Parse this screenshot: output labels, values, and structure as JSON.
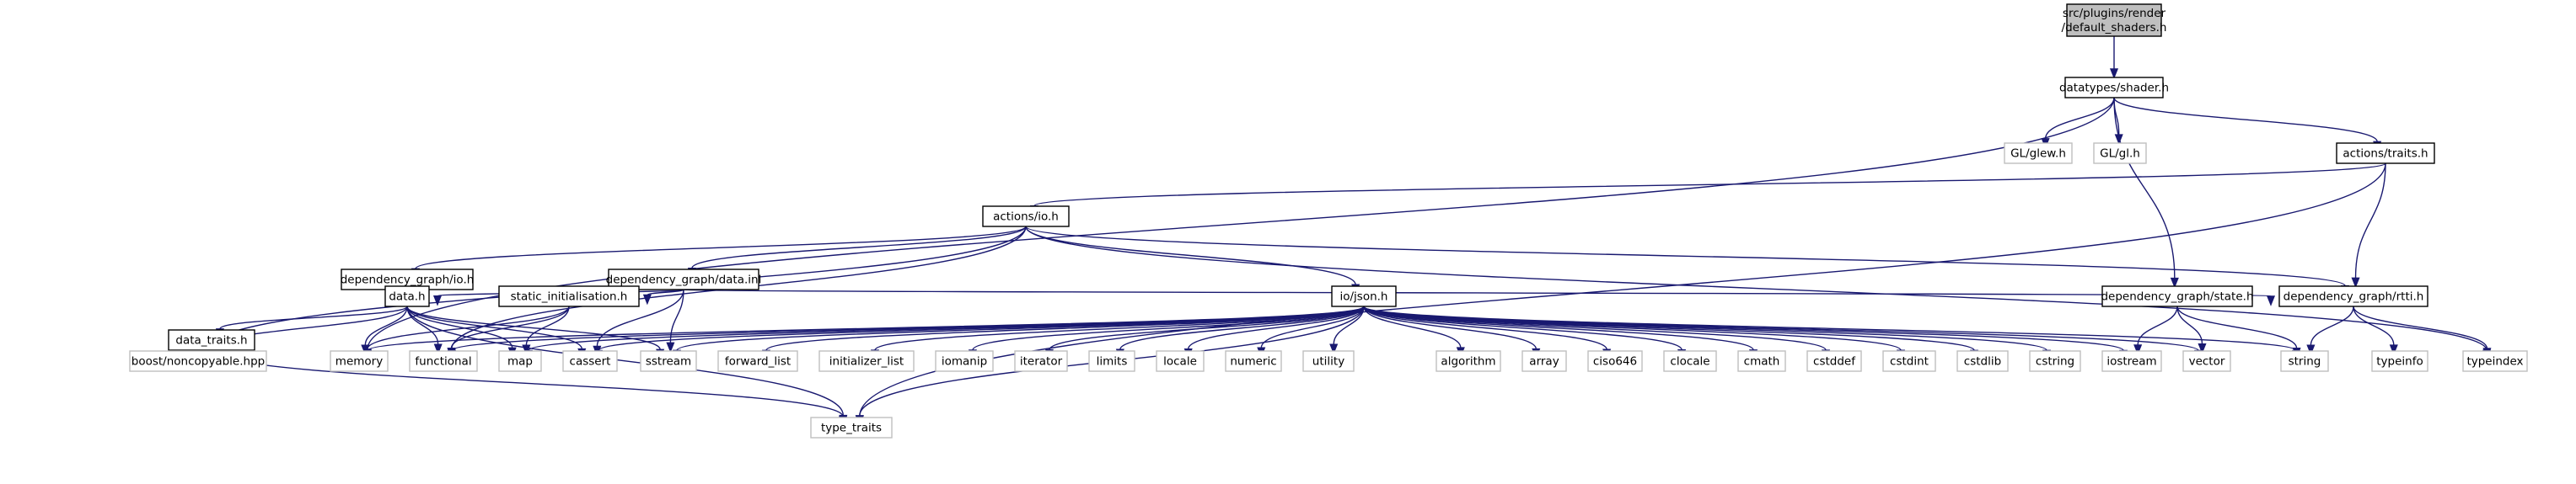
{
  "nodes": [
    {
      "id": "root",
      "lines": [
        "src/plugins/render",
        "/default_shaders.h"
      ],
      "kind": "root"
    },
    {
      "id": "shader",
      "lines": [
        "datatypes/shader.h"
      ],
      "kind": "internal"
    },
    {
      "id": "glew",
      "lines": [
        "GL/glew.h"
      ],
      "kind": "external"
    },
    {
      "id": "gl",
      "lines": [
        "GL/gl.h"
      ],
      "kind": "external"
    },
    {
      "id": "traits",
      "lines": [
        "actions/traits.h"
      ],
      "kind": "internal"
    },
    {
      "id": "io",
      "lines": [
        "actions/io.h"
      ],
      "kind": "internal"
    },
    {
      "id": "dgio",
      "lines": [
        "dependency_graph/io.h"
      ],
      "kind": "internal"
    },
    {
      "id": "dgdata",
      "lines": [
        "dependency_graph/data.inl"
      ],
      "kind": "internal"
    },
    {
      "id": "datah",
      "lines": [
        "data.h"
      ],
      "kind": "internal"
    },
    {
      "id": "static",
      "lines": [
        "static_initialisation.h"
      ],
      "kind": "internal"
    },
    {
      "id": "json",
      "lines": [
        "io/json.h"
      ],
      "kind": "internal"
    },
    {
      "id": "state",
      "lines": [
        "dependency_graph/state.h"
      ],
      "kind": "internal"
    },
    {
      "id": "rtti",
      "lines": [
        "dependency_graph/rtti.h"
      ],
      "kind": "internal"
    },
    {
      "id": "datatraits",
      "lines": [
        "data_traits.h"
      ],
      "kind": "internal"
    },
    {
      "id": "boost",
      "lines": [
        "boost/noncopyable.hpp"
      ],
      "kind": "external"
    },
    {
      "id": "memory",
      "lines": [
        "memory"
      ],
      "kind": "external"
    },
    {
      "id": "functional",
      "lines": [
        "functional"
      ],
      "kind": "external"
    },
    {
      "id": "map",
      "lines": [
        "map"
      ],
      "kind": "external"
    },
    {
      "id": "cassert",
      "lines": [
        "cassert"
      ],
      "kind": "external"
    },
    {
      "id": "sstream",
      "lines": [
        "sstream"
      ],
      "kind": "external"
    },
    {
      "id": "forward_list",
      "lines": [
        "forward_list"
      ],
      "kind": "external"
    },
    {
      "id": "initializer_list",
      "lines": [
        "initializer_list"
      ],
      "kind": "external"
    },
    {
      "id": "iomanip",
      "lines": [
        "iomanip"
      ],
      "kind": "external"
    },
    {
      "id": "iterator",
      "lines": [
        "iterator"
      ],
      "kind": "external"
    },
    {
      "id": "limits",
      "lines": [
        "limits"
      ],
      "kind": "external"
    },
    {
      "id": "locale",
      "lines": [
        "locale"
      ],
      "kind": "external"
    },
    {
      "id": "numeric",
      "lines": [
        "numeric"
      ],
      "kind": "external"
    },
    {
      "id": "utility",
      "lines": [
        "utility"
      ],
      "kind": "external"
    },
    {
      "id": "algorithm",
      "lines": [
        "algorithm"
      ],
      "kind": "external"
    },
    {
      "id": "array",
      "lines": [
        "array"
      ],
      "kind": "external"
    },
    {
      "id": "ciso646",
      "lines": [
        "ciso646"
      ],
      "kind": "external"
    },
    {
      "id": "clocale",
      "lines": [
        "clocale"
      ],
      "kind": "external"
    },
    {
      "id": "cmath",
      "lines": [
        "cmath"
      ],
      "kind": "external"
    },
    {
      "id": "cstddef",
      "lines": [
        "cstddef"
      ],
      "kind": "external"
    },
    {
      "id": "cstdint",
      "lines": [
        "cstdint"
      ],
      "kind": "external"
    },
    {
      "id": "cstdlib",
      "lines": [
        "cstdlib"
      ],
      "kind": "external"
    },
    {
      "id": "cstring",
      "lines": [
        "cstring"
      ],
      "kind": "external"
    },
    {
      "id": "iostream",
      "lines": [
        "iostream"
      ],
      "kind": "external"
    },
    {
      "id": "vector",
      "lines": [
        "vector"
      ],
      "kind": "external"
    },
    {
      "id": "string",
      "lines": [
        "string"
      ],
      "kind": "external"
    },
    {
      "id": "typeinfo",
      "lines": [
        "typeinfo"
      ],
      "kind": "external"
    },
    {
      "id": "typeindex",
      "lines": [
        "typeindex"
      ],
      "kind": "external"
    },
    {
      "id": "type_traits",
      "lines": [
        "type_traits"
      ],
      "kind": "external"
    }
  ],
  "edges": [
    [
      "root",
      "shader"
    ],
    [
      "shader",
      "memory"
    ],
    [
      "shader",
      "glew"
    ],
    [
      "shader",
      "gl"
    ],
    [
      "shader",
      "traits"
    ],
    [
      "shader",
      "state"
    ],
    [
      "traits",
      "io"
    ],
    [
      "traits",
      "rtti"
    ],
    [
      "traits",
      "type_traits"
    ],
    [
      "io",
      "dgio"
    ],
    [
      "io",
      "dgdata"
    ],
    [
      "io",
      "json"
    ],
    [
      "io",
      "rtti"
    ],
    [
      "io",
      "boost"
    ],
    [
      "io",
      "functional"
    ],
    [
      "io",
      "typeindex"
    ],
    [
      "dgio",
      "datah"
    ],
    [
      "dgdata",
      "datah"
    ],
    [
      "dgdata",
      "static"
    ],
    [
      "dgdata",
      "rtti"
    ],
    [
      "dgdata",
      "cassert"
    ],
    [
      "dgdata",
      "sstream"
    ],
    [
      "static",
      "memory"
    ],
    [
      "static",
      "functional"
    ],
    [
      "static",
      "map"
    ],
    [
      "datah",
      "boost"
    ],
    [
      "datah",
      "datatraits"
    ],
    [
      "datah",
      "memory"
    ],
    [
      "datah",
      "functional"
    ],
    [
      "datah",
      "map"
    ],
    [
      "datah",
      "cassert"
    ],
    [
      "datah",
      "sstream"
    ],
    [
      "datah",
      "type_traits"
    ],
    [
      "datatraits",
      "type_traits"
    ],
    [
      "json",
      "memory"
    ],
    [
      "json",
      "functional"
    ],
    [
      "json",
      "map"
    ],
    [
      "json",
      "cassert"
    ],
    [
      "json",
      "sstream"
    ],
    [
      "json",
      "forward_list"
    ],
    [
      "json",
      "initializer_list"
    ],
    [
      "json",
      "iomanip"
    ],
    [
      "json",
      "iterator"
    ],
    [
      "json",
      "limits"
    ],
    [
      "json",
      "locale"
    ],
    [
      "json",
      "numeric"
    ],
    [
      "json",
      "utility"
    ],
    [
      "json",
      "algorithm"
    ],
    [
      "json",
      "array"
    ],
    [
      "json",
      "ciso646"
    ],
    [
      "json",
      "clocale"
    ],
    [
      "json",
      "cmath"
    ],
    [
      "json",
      "cstddef"
    ],
    [
      "json",
      "cstdint"
    ],
    [
      "json",
      "cstdlib"
    ],
    [
      "json",
      "cstring"
    ],
    [
      "json",
      "iostream"
    ],
    [
      "json",
      "vector"
    ],
    [
      "json",
      "string"
    ],
    [
      "json",
      "type_traits"
    ],
    [
      "state",
      "iostream"
    ],
    [
      "state",
      "vector"
    ],
    [
      "state",
      "string"
    ],
    [
      "rtti",
      "string"
    ],
    [
      "rtti",
      "typeinfo"
    ],
    [
      "rtti",
      "typeindex"
    ]
  ]
}
